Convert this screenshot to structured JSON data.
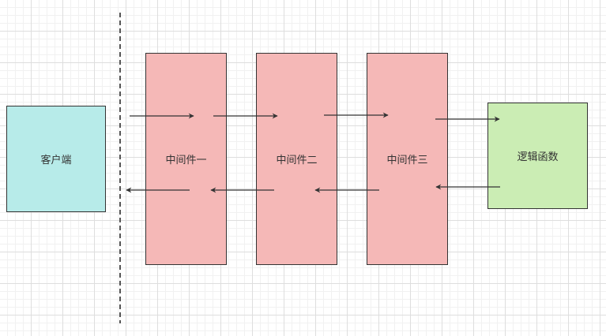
{
  "nodes": {
    "client": "客户端",
    "middleware1": "中间件一",
    "middleware2": "中间件二",
    "middleware3": "中间件三",
    "logic": "逻辑函数"
  },
  "colors": {
    "client_fill": "#b7ebe9",
    "middleware_fill": "#f5b8b7",
    "logic_fill": "#cbedb4",
    "stroke": "#333333"
  }
}
